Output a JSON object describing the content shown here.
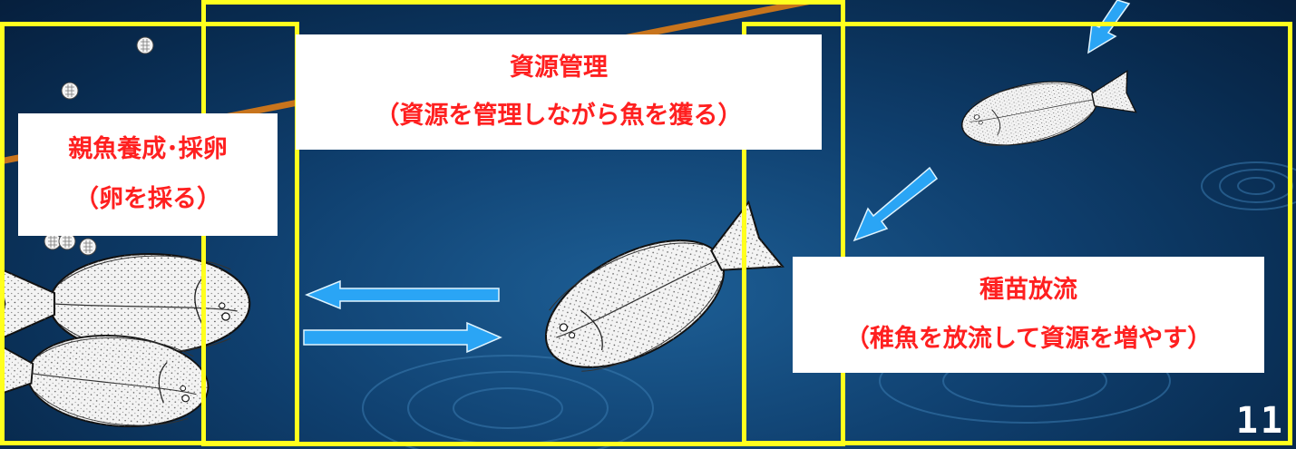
{
  "boxes": {
    "broodstock": {
      "title": "親魚養成･採卵",
      "subtitle": "（卵を採る）"
    },
    "management": {
      "title": "資源管理",
      "subtitle": "（資源を管理しながら魚を獲る）"
    },
    "release": {
      "title": "種苗放流",
      "subtitle": "（稚魚を放流して資源を増やす）"
    }
  },
  "page_number": "11",
  "colors": {
    "frame": "#ffff1e",
    "label_text": "#ff2020",
    "arrow": "#2aa5f5",
    "background": "#0b3a66"
  },
  "icons": [
    "flatfish-icon",
    "egg-icon",
    "arrow-icon",
    "water-ripple-icon"
  ]
}
